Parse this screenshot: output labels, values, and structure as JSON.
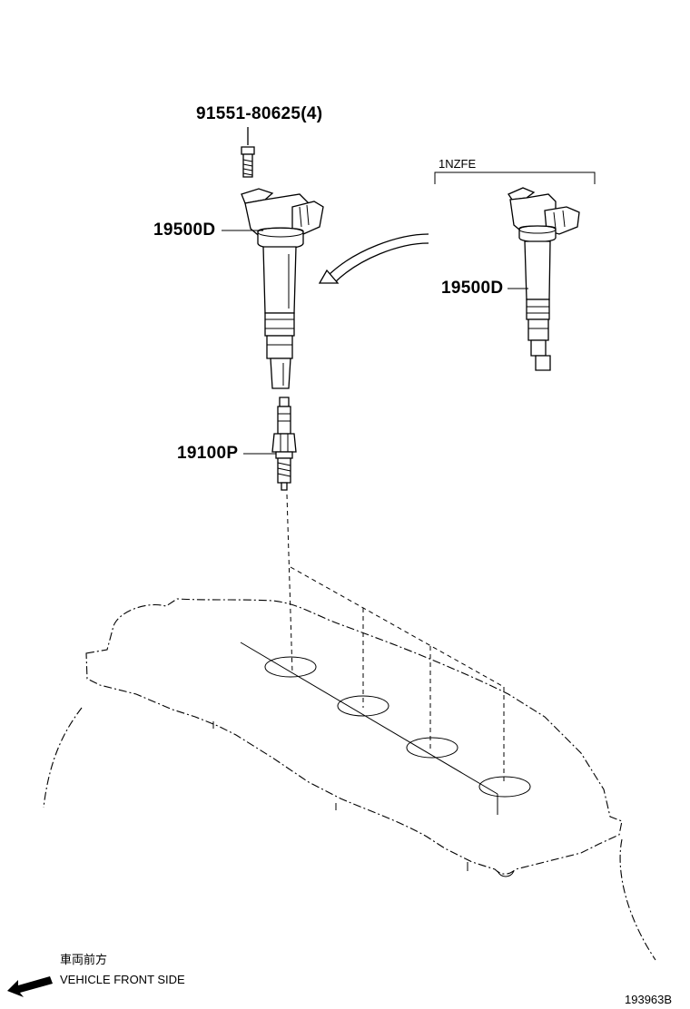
{
  "parts": {
    "bolt": "91551-80625(4)",
    "ignition_coil_main": "19500D",
    "ignition_coil_variant": "19500D",
    "spark_plug": "19100P"
  },
  "variant": {
    "engine_code": "1NZFE"
  },
  "orientation": {
    "label_jp": "車両前方",
    "label_en": "VEHICLE FRONT SIDE"
  },
  "figure_number": "193963B"
}
